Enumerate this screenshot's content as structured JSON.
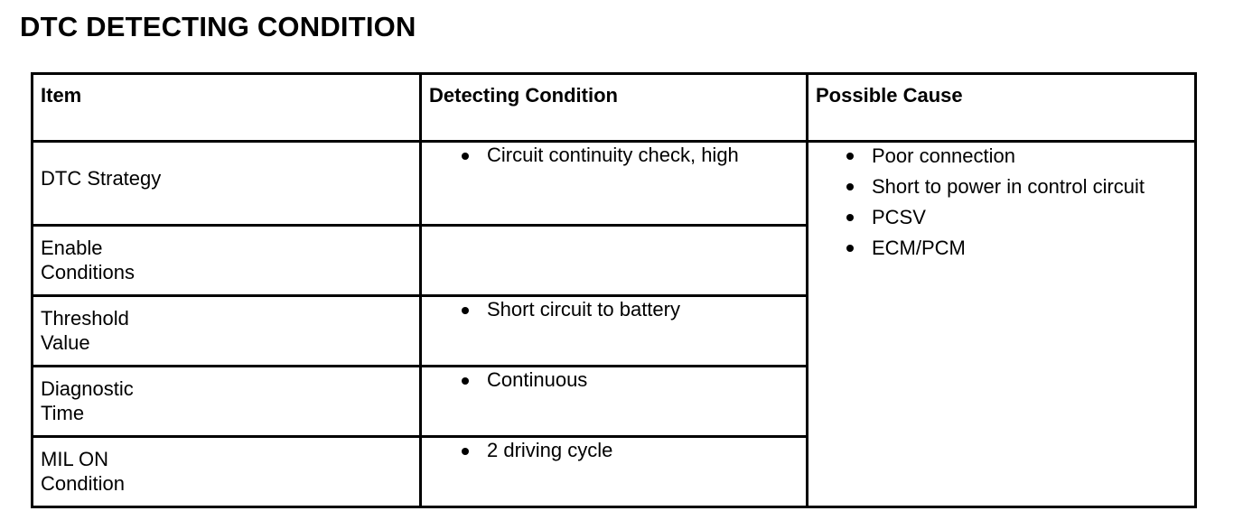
{
  "page": {
    "title": "DTC DETECTING CONDITION",
    "accent_color": "#000000",
    "background_color": "#ffffff",
    "border_color": "#000000"
  },
  "table": {
    "headers": {
      "item": "Item",
      "detecting_condition": "Detecting Condition",
      "possible_cause": "Possible Cause"
    },
    "rows": [
      {
        "item": "DTC Strategy",
        "condition_bullets": [
          "Circuit continuity check, high"
        ]
      },
      {
        "item": "Enable\nConditions",
        "condition_bullets": []
      },
      {
        "item": "Threshold\nValue",
        "condition_bullets": [
          "Short circuit to battery"
        ]
      },
      {
        "item": "Diagnostic\nTime",
        "condition_bullets": [
          "Continuous"
        ]
      },
      {
        "item": "MIL ON\nCondition",
        "condition_bullets": [
          "2 driving cycle"
        ]
      }
    ],
    "possible_cause_bullets": [
      "Poor connection",
      "Short to power in control circuit",
      "PCSV",
      "ECM/PCM"
    ]
  }
}
